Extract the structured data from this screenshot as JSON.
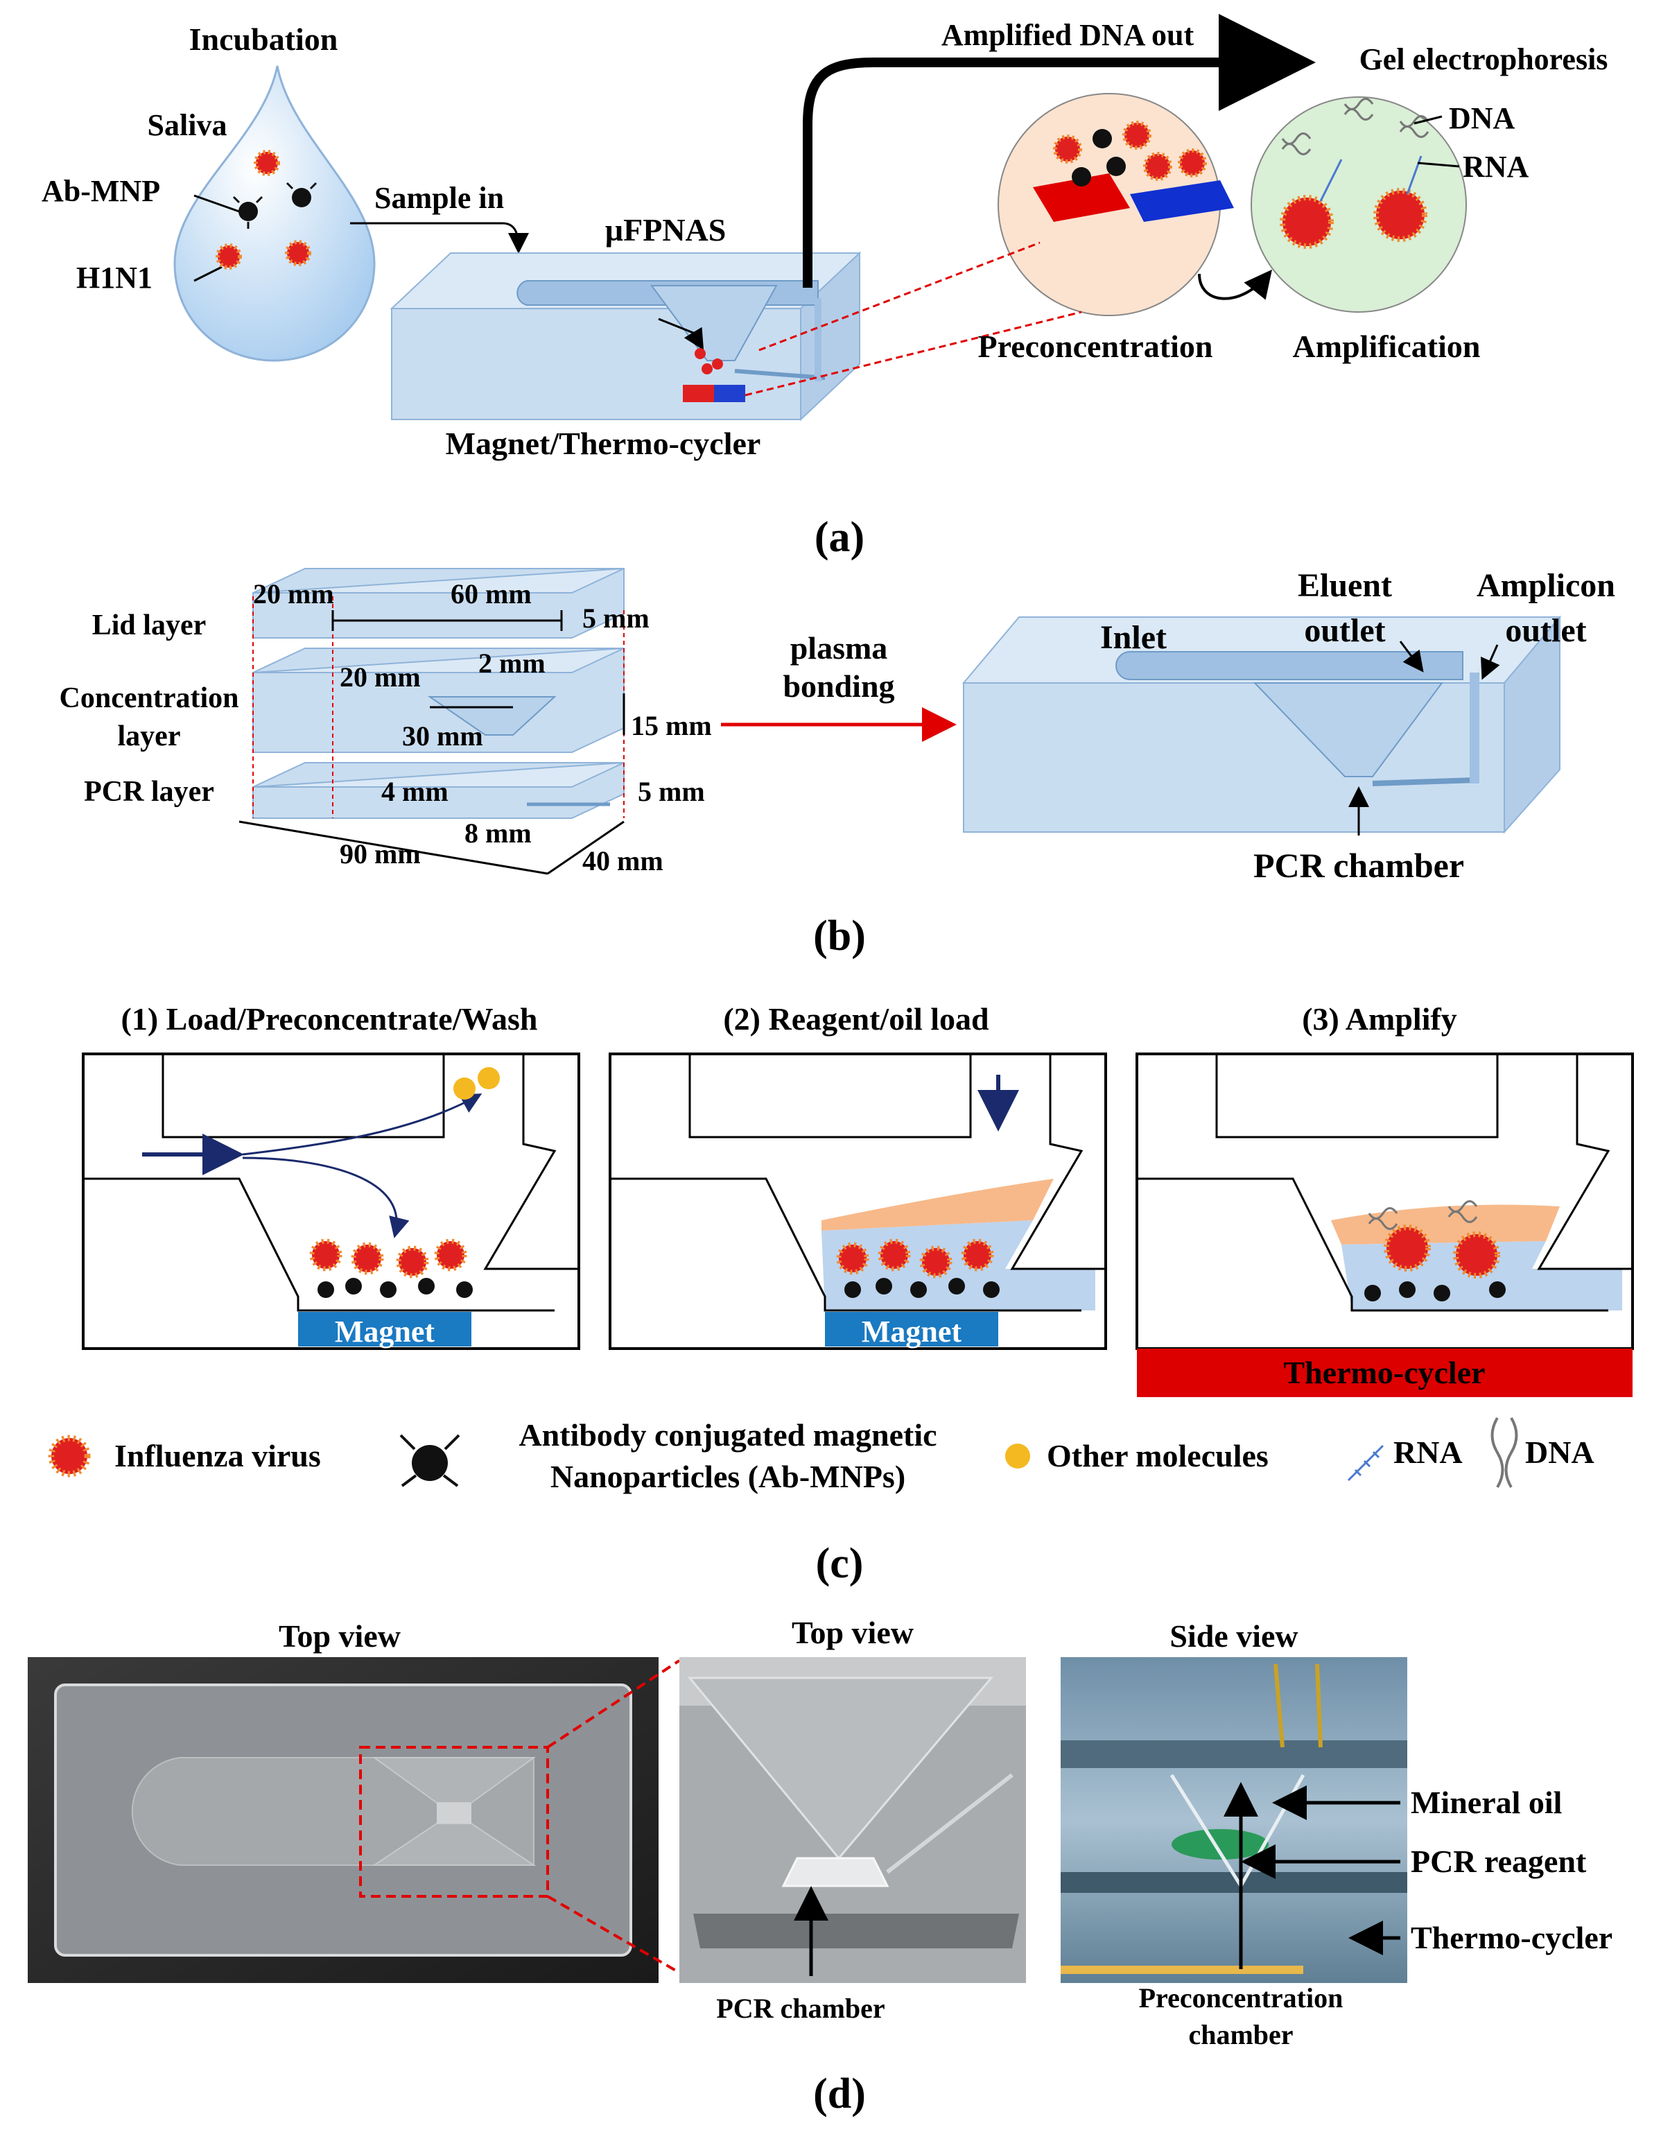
{
  "panel_a": {
    "incubation": "Incubation",
    "saliva": "Saliva",
    "ab_mnp": "Ab-MNP",
    "h1n1": "H1N1",
    "sample_in": "Sample in",
    "device": "µFPNAS",
    "magnet_thermo": "Magnet/Thermo-cycler",
    "amplified_dna_out": "Amplified DNA out",
    "gel": "Gel electrophoresis",
    "dna": "DNA",
    "rna": "RNA",
    "preconcentration": "Preconcentration",
    "amplification": "Amplification",
    "label": "(a)"
  },
  "panel_b": {
    "lid_layer": "Lid layer",
    "concentration_layer_1": "Concentration",
    "concentration_layer_2": "layer",
    "pcr_layer": "PCR layer",
    "dims": {
      "d20a": "20 mm",
      "d60": "60 mm",
      "d5a": "5 mm",
      "d2": "2 mm",
      "d20b": "20 mm",
      "d30": "30 mm",
      "d15": "15 mm",
      "d4": "4 mm",
      "d8": "8 mm",
      "d5b": "5 mm",
      "d90": "90 mm",
      "d40": "40 mm"
    },
    "plasma_1": "plasma",
    "plasma_2": "bonding",
    "inlet": "Inlet",
    "eluent_1": "Eluent",
    "eluent_2": "outlet",
    "amplicon_1": "Amplicon",
    "amplicon_2": "outlet",
    "pcr_chamber": "PCR chamber",
    "label": "(b)"
  },
  "panel_c": {
    "step1": "(1) Load/Preconcentrate/Wash",
    "step2": "(2) Reagent/oil load",
    "step3": "(3) Amplify",
    "magnet": "Magnet",
    "thermo_cycler": "Thermo-cycler",
    "legend_virus": "Influenza virus",
    "legend_ab_1": "Antibody conjugated magnetic",
    "legend_ab_2": "Nanoparticles (Ab-MNPs)",
    "legend_other": "Other molecules",
    "legend_rna": "RNA",
    "legend_dna": "DNA",
    "label": "(c)"
  },
  "panel_d": {
    "top_view_1": "Top view",
    "top_view_2": "Top view",
    "side_view": "Side view",
    "pcr_chamber": "PCR chamber",
    "mineral_oil": "Mineral oil",
    "pcr_reagent": "PCR reagent",
    "thermo_cycler": "Thermo-cycler",
    "preconc_1": "Preconcentration",
    "preconc_2": "chamber",
    "label": "(d)"
  },
  "colors": {
    "chip_blue": "#c9ddf0",
    "chip_edge": "#8fb3d9",
    "virus_red": "#e02020",
    "virus_spike": "#f08a30",
    "magnet_blue": "#1a7ac2",
    "thermo_red": "#dd0000",
    "oil_orange": "#f7b98a",
    "liquid_blue": "#bcd4ee",
    "molecule_yellow": "#f4b820",
    "arrow_navy": "#1a2a6c"
  }
}
